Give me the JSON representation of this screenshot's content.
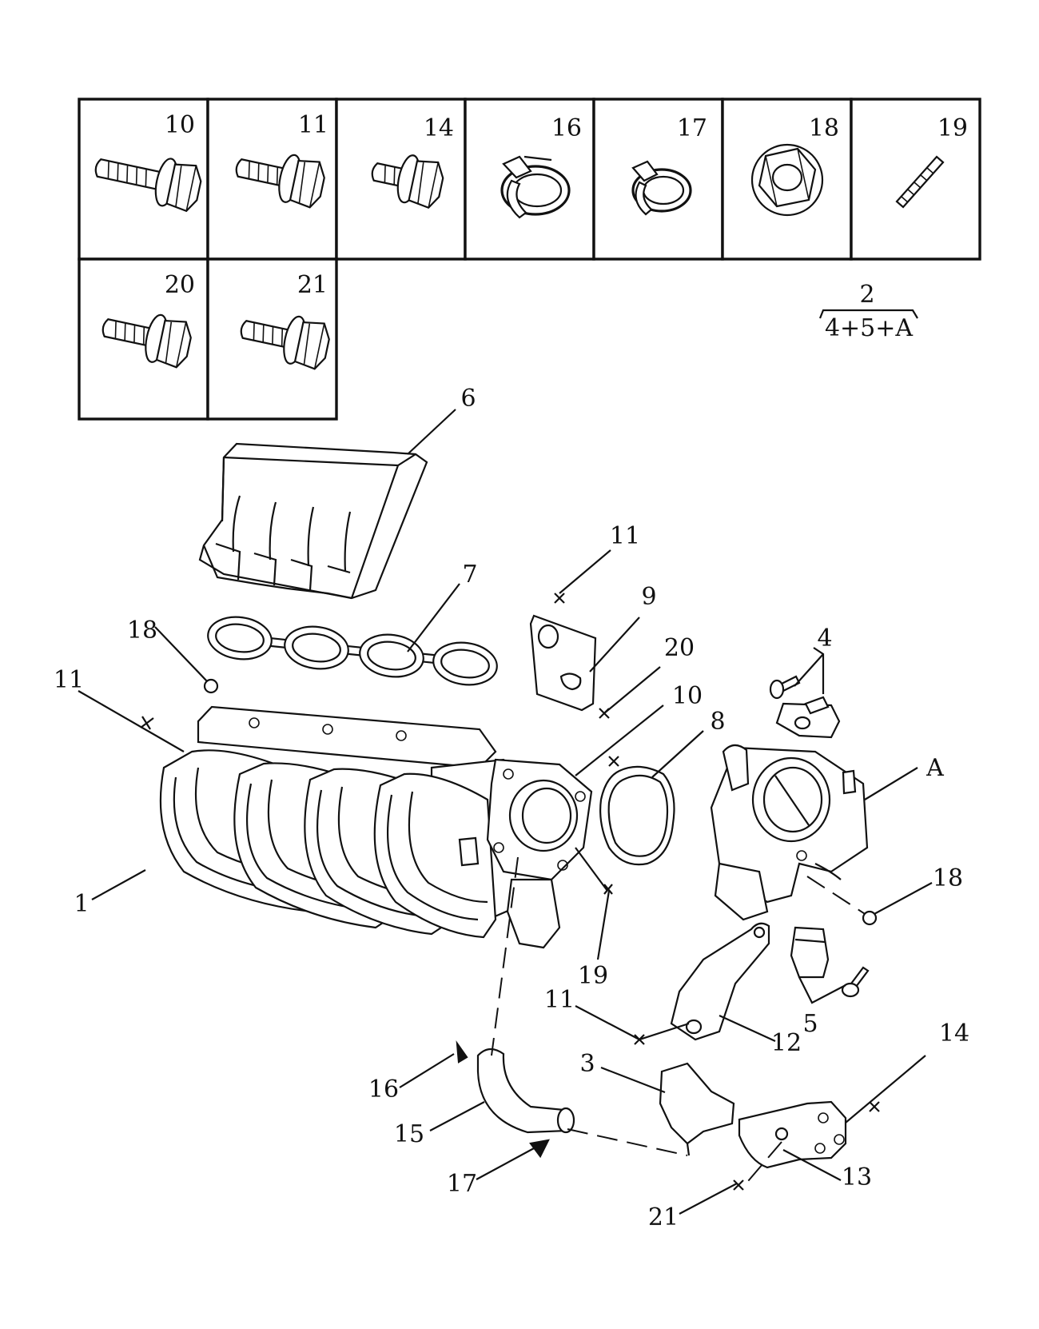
{
  "hardware_grid": {
    "row1": [
      {
        "num": "10",
        "icon": "long-flange-bolt-icon"
      },
      {
        "num": "11",
        "icon": "flange-bolt-icon"
      },
      {
        "num": "14",
        "icon": "short-flange-bolt-icon"
      },
      {
        "num": "16",
        "icon": "spring-hose-clamp-icon"
      },
      {
        "num": "17",
        "icon": "small-hose-clamp-icon"
      },
      {
        "num": "18",
        "icon": "flange-nut-icon"
      },
      {
        "num": "19",
        "icon": "stud-icon"
      }
    ],
    "row2": [
      {
        "num": "20",
        "icon": "flange-bolt-icon"
      },
      {
        "num": "21",
        "icon": "flange-bolt-icon"
      }
    ]
  },
  "kit_note": {
    "top": "2",
    "bottom": "4+5+A"
  },
  "callouts": [
    {
      "id": "c1",
      "text": "1"
    },
    {
      "id": "c3",
      "text": "3"
    },
    {
      "id": "c4",
      "text": "4"
    },
    {
      "id": "c5",
      "text": "5"
    },
    {
      "id": "c6",
      "text": "6"
    },
    {
      "id": "c7",
      "text": "7"
    },
    {
      "id": "c8",
      "text": "8"
    },
    {
      "id": "c9",
      "text": "9"
    },
    {
      "id": "c10",
      "text": "10"
    },
    {
      "id": "c11a",
      "text": "11"
    },
    {
      "id": "c11b",
      "text": "11"
    },
    {
      "id": "c11c",
      "text": "11"
    },
    {
      "id": "c12",
      "text": "12"
    },
    {
      "id": "c13",
      "text": "13"
    },
    {
      "id": "c14",
      "text": "14"
    },
    {
      "id": "c15",
      "text": "15"
    },
    {
      "id": "c16",
      "text": "16"
    },
    {
      "id": "c17",
      "text": "17"
    },
    {
      "id": "c18a",
      "text": "18"
    },
    {
      "id": "c18b",
      "text": "18"
    },
    {
      "id": "c19",
      "text": "19"
    },
    {
      "id": "c20",
      "text": "20"
    },
    {
      "id": "c21",
      "text": "21"
    },
    {
      "id": "cA",
      "text": "A"
    }
  ]
}
